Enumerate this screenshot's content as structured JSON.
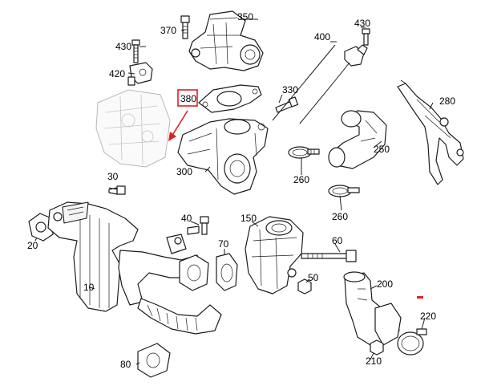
{
  "diagram": {
    "callouts": {
      "c10": "10",
      "c20": "20",
      "c30": "30",
      "c40": "40",
      "c50": "50",
      "c60": "60",
      "c70": "70",
      "c80": "80",
      "c150": "150",
      "c200": "200",
      "c210": "210",
      "c220": "220",
      "c250": "250",
      "c260a": "260",
      "c260b": "260",
      "c280": "280",
      "c300": "300",
      "c330": "330",
      "c350": "350",
      "c370": "370",
      "c380": "380",
      "c400": "400",
      "c420": "420",
      "c430a": "430",
      "c430b": "430"
    },
    "highlight": {
      "part": "380",
      "color": "#e02020"
    }
  }
}
